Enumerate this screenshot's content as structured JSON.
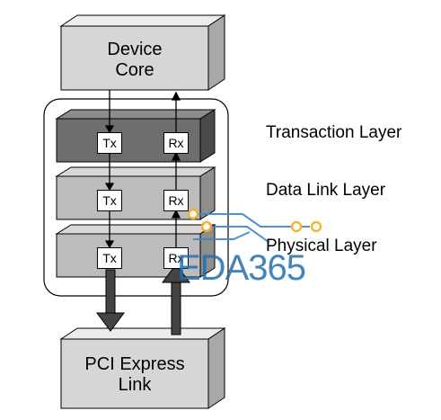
{
  "device_core": {
    "line1": "Device",
    "line2": "Core"
  },
  "pci_link": {
    "line1": "PCI Express",
    "line2": "Link"
  },
  "layers": [
    {
      "name": "Transaction Layer",
      "tx": "Tx",
      "rx": "Rx"
    },
    {
      "name": "Data Link Layer",
      "tx": "Tx",
      "rx": "Rx"
    },
    {
      "name": "Physical Layer",
      "tx": "Tx",
      "rx": "Rx"
    }
  ],
  "watermark": {
    "text": "EDA365",
    "color": "#1f6fb0"
  },
  "colors": {
    "box_face": "#d6d6d6",
    "box_top": "#ececec",
    "box_side": "#a8a8a8",
    "transaction_face": "#6e6e6e",
    "transaction_top": "#8c8c8c",
    "transaction_side": "#4a4a4a",
    "layer_face": "#bcbcbc",
    "layer_top": "#d8d8d8",
    "layer_side": "#8e8e8e",
    "arrow": "#444444",
    "circuit": "#3a86c8",
    "pad": "#f2b01e"
  }
}
